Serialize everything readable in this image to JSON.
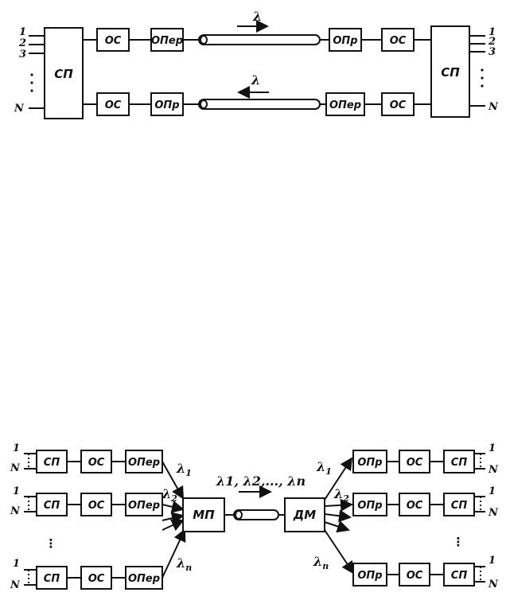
{
  "top": {
    "left_block": "СП",
    "right_block": "СП",
    "os": "ОС",
    "tx": "ОПер",
    "rx": "ОПр",
    "lambda": "λ",
    "port_1": "1",
    "port_2": "2",
    "port_3": "3",
    "port_n": "N"
  },
  "bottom": {
    "sp": "СП",
    "os": "ОС",
    "tx": "ОПер",
    "rx": "ОПр",
    "mux": "МП",
    "demux": "ДМ",
    "port_1": "1",
    "port_n": "N",
    "lambda_sym": "λ",
    "sub_1": "1",
    "sub_2": "2",
    "sub_n": "n",
    "channels_line": "λ1, λ2,..., λn",
    "dots_left": "⋮",
    "dots_right": "⋮"
  }
}
